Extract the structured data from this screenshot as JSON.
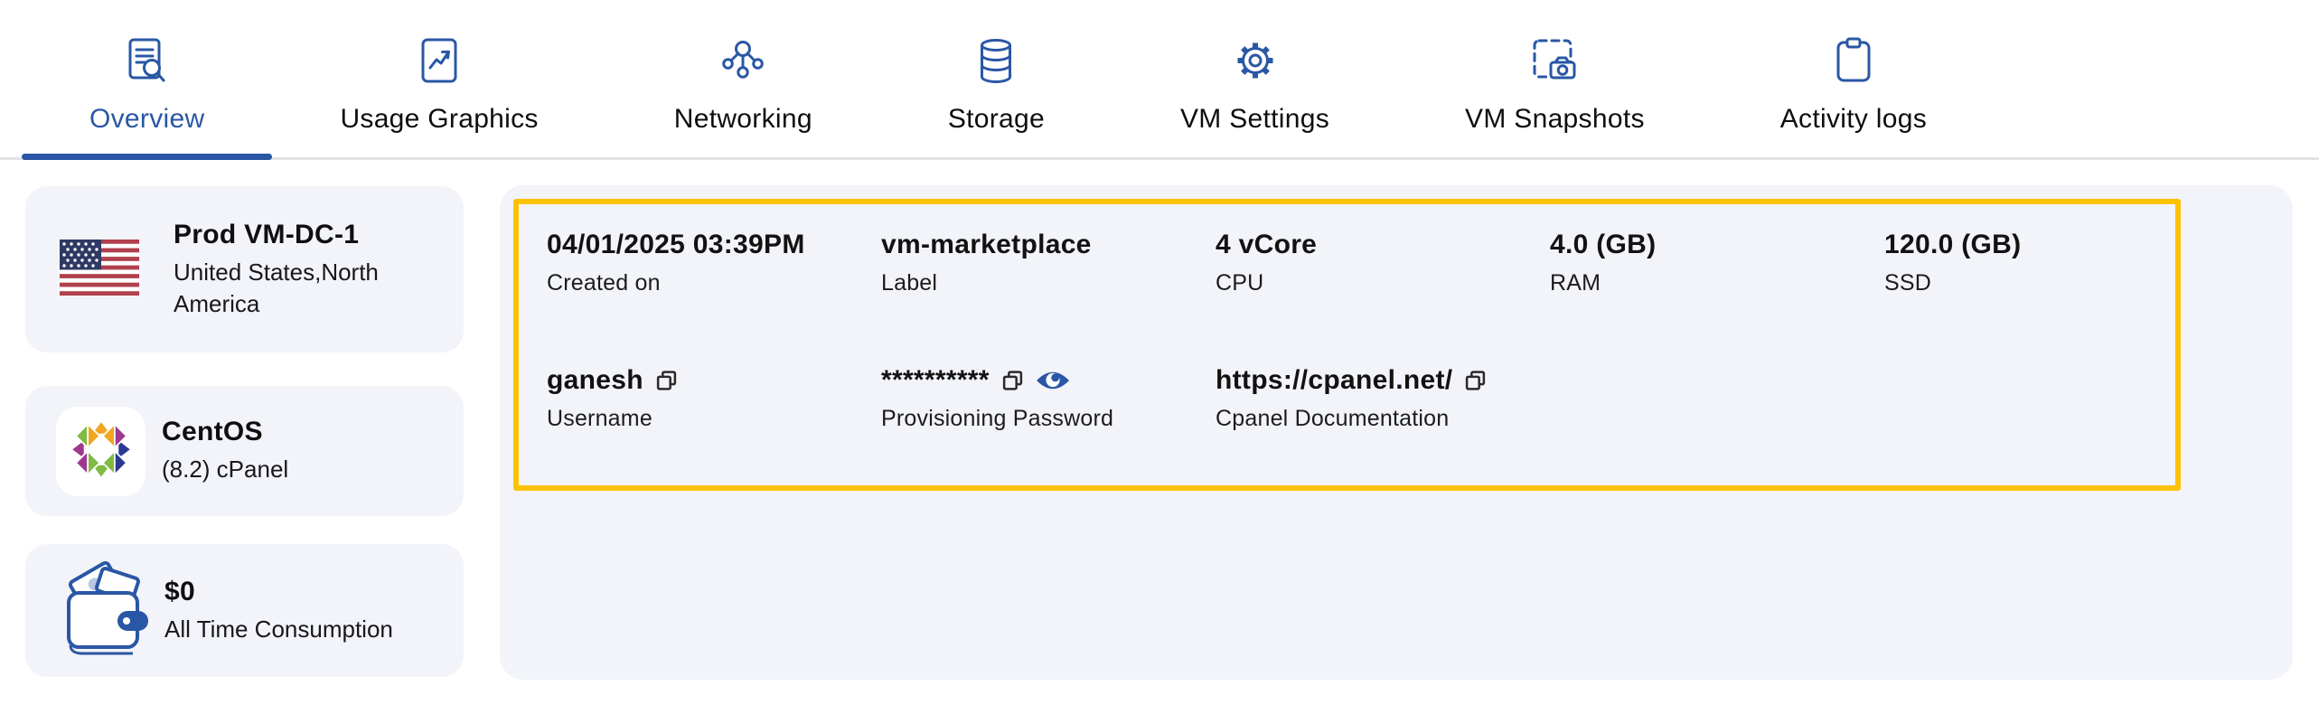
{
  "tabs": [
    {
      "label": "Overview",
      "icon": "overview-icon",
      "active": true
    },
    {
      "label": "Usage Graphics",
      "icon": "usage-graphics-icon",
      "active": false
    },
    {
      "label": "Networking",
      "icon": "networking-icon",
      "active": false
    },
    {
      "label": "Storage",
      "icon": "storage-icon",
      "active": false
    },
    {
      "label": "VM Settings",
      "icon": "vm-settings-icon",
      "active": false
    },
    {
      "label": "VM Snapshots",
      "icon": "vm-snapshots-icon",
      "active": false
    },
    {
      "label": "Activity logs",
      "icon": "activity-logs-icon",
      "active": false
    }
  ],
  "sidebar": {
    "vm_card": {
      "title": "Prod VM-DC-1",
      "location": "United States,North America",
      "flag": "us-flag-icon"
    },
    "os_card": {
      "title": "CentOS",
      "subtitle": "(8.2) cPanel",
      "logo": "centos-logo-icon"
    },
    "billing_card": {
      "amount": "$0",
      "label": "All Time Consumption",
      "icon": "wallet-icon"
    }
  },
  "details": {
    "row1": [
      {
        "value": "04/01/2025 03:39PM",
        "label": "Created on"
      },
      {
        "value": "vm-marketplace",
        "label": "Label"
      },
      {
        "value": "4 vCore",
        "label": "CPU"
      },
      {
        "value": "4.0 (GB)",
        "label": "RAM"
      },
      {
        "value": "120.0 (GB)",
        "label": "SSD"
      }
    ],
    "row2": [
      {
        "value": "ganesh",
        "label": "Username",
        "copy": true
      },
      {
        "value": "**********",
        "label": "Provisioning Password",
        "copy": true,
        "reveal": true
      },
      {
        "value": "https://cpanel.net/",
        "label": "Cpanel Documentation",
        "copy": true
      }
    ]
  },
  "colors": {
    "accent": "#2a57a5",
    "highlight_border": "#fcc203",
    "card_bg": "#f2f4f9",
    "divider": "#e1e3e6",
    "flag_red": "#b0404d",
    "flag_navy": "#2e3a64"
  }
}
